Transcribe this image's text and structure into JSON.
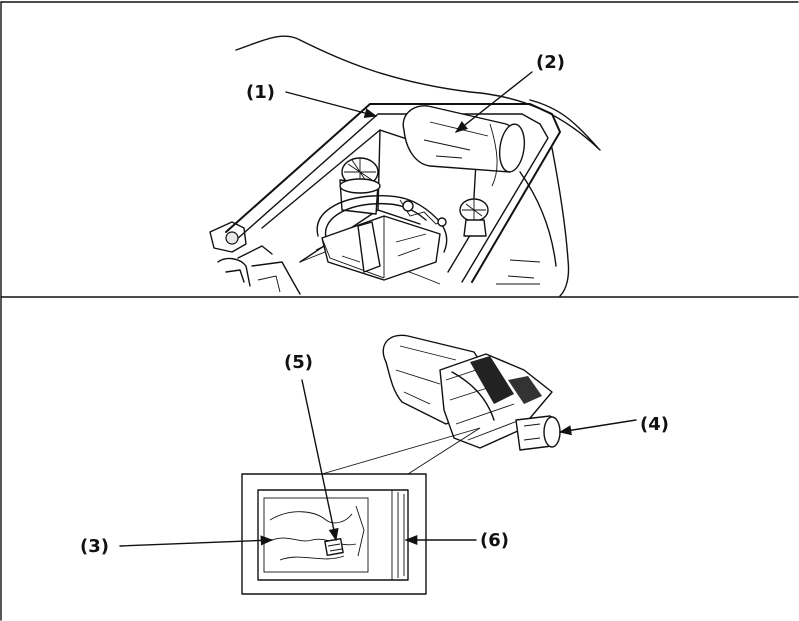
{
  "callouts": {
    "c1": "(1)",
    "c2": "(2)",
    "c3": "(3)",
    "c4": "(4)",
    "c5": "(5)",
    "c6": "(6)"
  }
}
